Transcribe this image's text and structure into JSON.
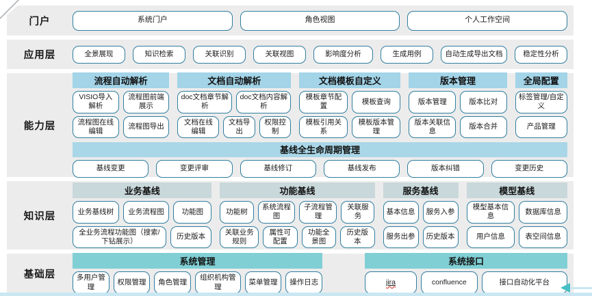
{
  "colors": {
    "band_bg": "#ececec",
    "box_border": "#2e7d9e",
    "capability_header_bg": "#a3d4e8",
    "baseline_band_bg": "#aad7e8",
    "knowledge_header_bg": "#c9d8da",
    "base_header_bg": "#80cfd4",
    "bottom_strip": "#c9e7f2",
    "arrow": "#45bfc3"
  },
  "portal": {
    "label": "门户",
    "boxes": [
      "系统门户",
      "角色视图",
      "个人工作空间"
    ]
  },
  "app": {
    "label": "应用层",
    "boxes": [
      "全景展现",
      "知识检索",
      "关联识别",
      "关联视图",
      "影响度分析",
      "生成用例",
      "自动生成导出文档",
      "稳定性分析"
    ]
  },
  "capability": {
    "label": "能力层",
    "groups": [
      {
        "title": "流程自动解析",
        "rows": [
          [
            "VISIO导入解析",
            "流程图前端展示"
          ],
          [
            "流程图在线编辑",
            "流程图导出"
          ]
        ]
      },
      {
        "title": "文档自动解析",
        "rows": [
          [
            "doc文档章节解析",
            "doc文档内容解析"
          ],
          [
            "文档在线编辑",
            "文档导出",
            "权限控制"
          ]
        ]
      },
      {
        "title": "文档模板自定义",
        "rows": [
          [
            "模板章节配置",
            "模板查询"
          ],
          [
            "模板引用关系",
            "模板版本管理"
          ]
        ]
      },
      {
        "title": "版本管理",
        "rows": [
          [
            "版本管理",
            "版本比对"
          ],
          [
            "版本关联信息",
            "版本合并"
          ]
        ]
      },
      {
        "title": "全局配置",
        "rows": [
          [
            "标签管理/自定义"
          ],
          [
            "产品管理"
          ]
        ]
      }
    ],
    "baseline": {
      "title": "基线全生命周期管理",
      "boxes": [
        "基线变更",
        "变更评审",
        "基线修订",
        "基线发布",
        "版本纠错",
        "变更历史"
      ]
    }
  },
  "knowledge": {
    "label": "知识层",
    "groups": [
      {
        "title": "业务基线",
        "rows": [
          [
            "业务基线树",
            "业务流程图",
            "功能图"
          ],
          [
            "全业务流程功能图（搜索/下钻展示）",
            "历史版本"
          ]
        ]
      },
      {
        "title": "功能基线",
        "rows": [
          [
            "功能树",
            "系统流程图",
            "子流程管理",
            "关联服务"
          ],
          [
            "关联业务规则",
            "属性可配置",
            "功能全景图",
            "历史版本"
          ]
        ]
      },
      {
        "title": "服务基线",
        "rows": [
          [
            "基本信息",
            "服务入参"
          ],
          [
            "服务出参",
            "历史版本"
          ]
        ]
      },
      {
        "title": "模型基线",
        "rows": [
          [
            "模型基本信息",
            "数据库信息"
          ],
          [
            "用户信息",
            "表空间信息"
          ]
        ]
      }
    ]
  },
  "base": {
    "label": "基础层",
    "groups": [
      {
        "title": "系统管理",
        "rows": [
          [
            "多用户管理",
            "权限管理",
            "角色管理",
            "组织机构管理",
            "菜单管理",
            "操作日志"
          ]
        ]
      },
      {
        "title": "系统接口",
        "rows": [
          [
            "jira",
            "confluence",
            "接口自动化平台"
          ]
        ]
      }
    ]
  }
}
